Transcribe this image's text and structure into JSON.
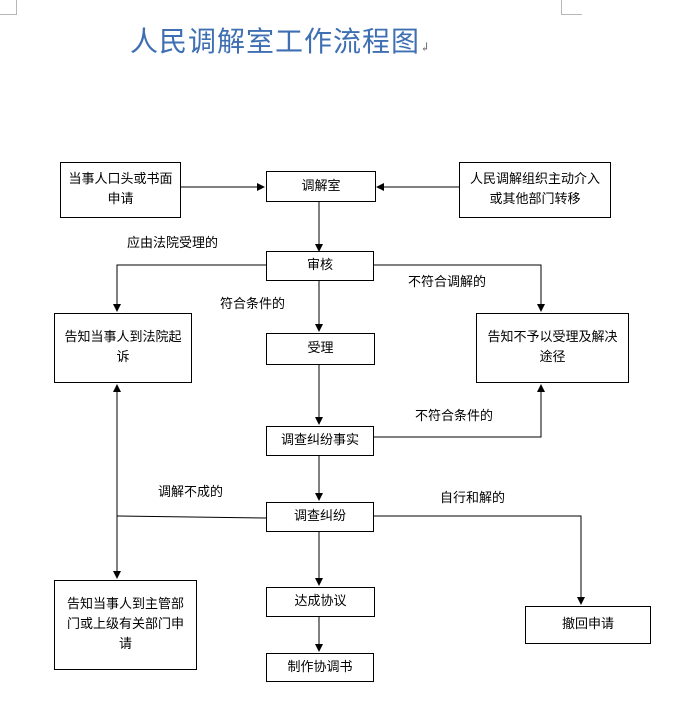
{
  "title": "人民调解室工作流程图",
  "title_mark": "↲",
  "boxes": {
    "oral_application": "当事人口头或书面申请",
    "mediation_room": "调解室",
    "initiative_intervention": "人民调解组织主动介入或其他部门转移",
    "review": "审核",
    "notify_court": "告知当事人到法院起诉",
    "accept": "受理",
    "notify_reject": "告知不予以受理及解决途径",
    "investigate_facts": "调查纠纷事实",
    "mediate_dispute": "调查纠纷",
    "notify_authority": "告知当事人到主管部门或上级有关部门申请",
    "agreement": "达成协议",
    "withdraw": "撤回申请",
    "make_document": "制作协调书"
  },
  "labels": {
    "court_accept": "应由法院受理的",
    "meets_conditions": "符合条件的",
    "not_suitable": "不符合调解的",
    "not_meet_conditions": "不符合条件的",
    "mediation_failed": "调解不成的",
    "self_settled": "自行和解的"
  }
}
